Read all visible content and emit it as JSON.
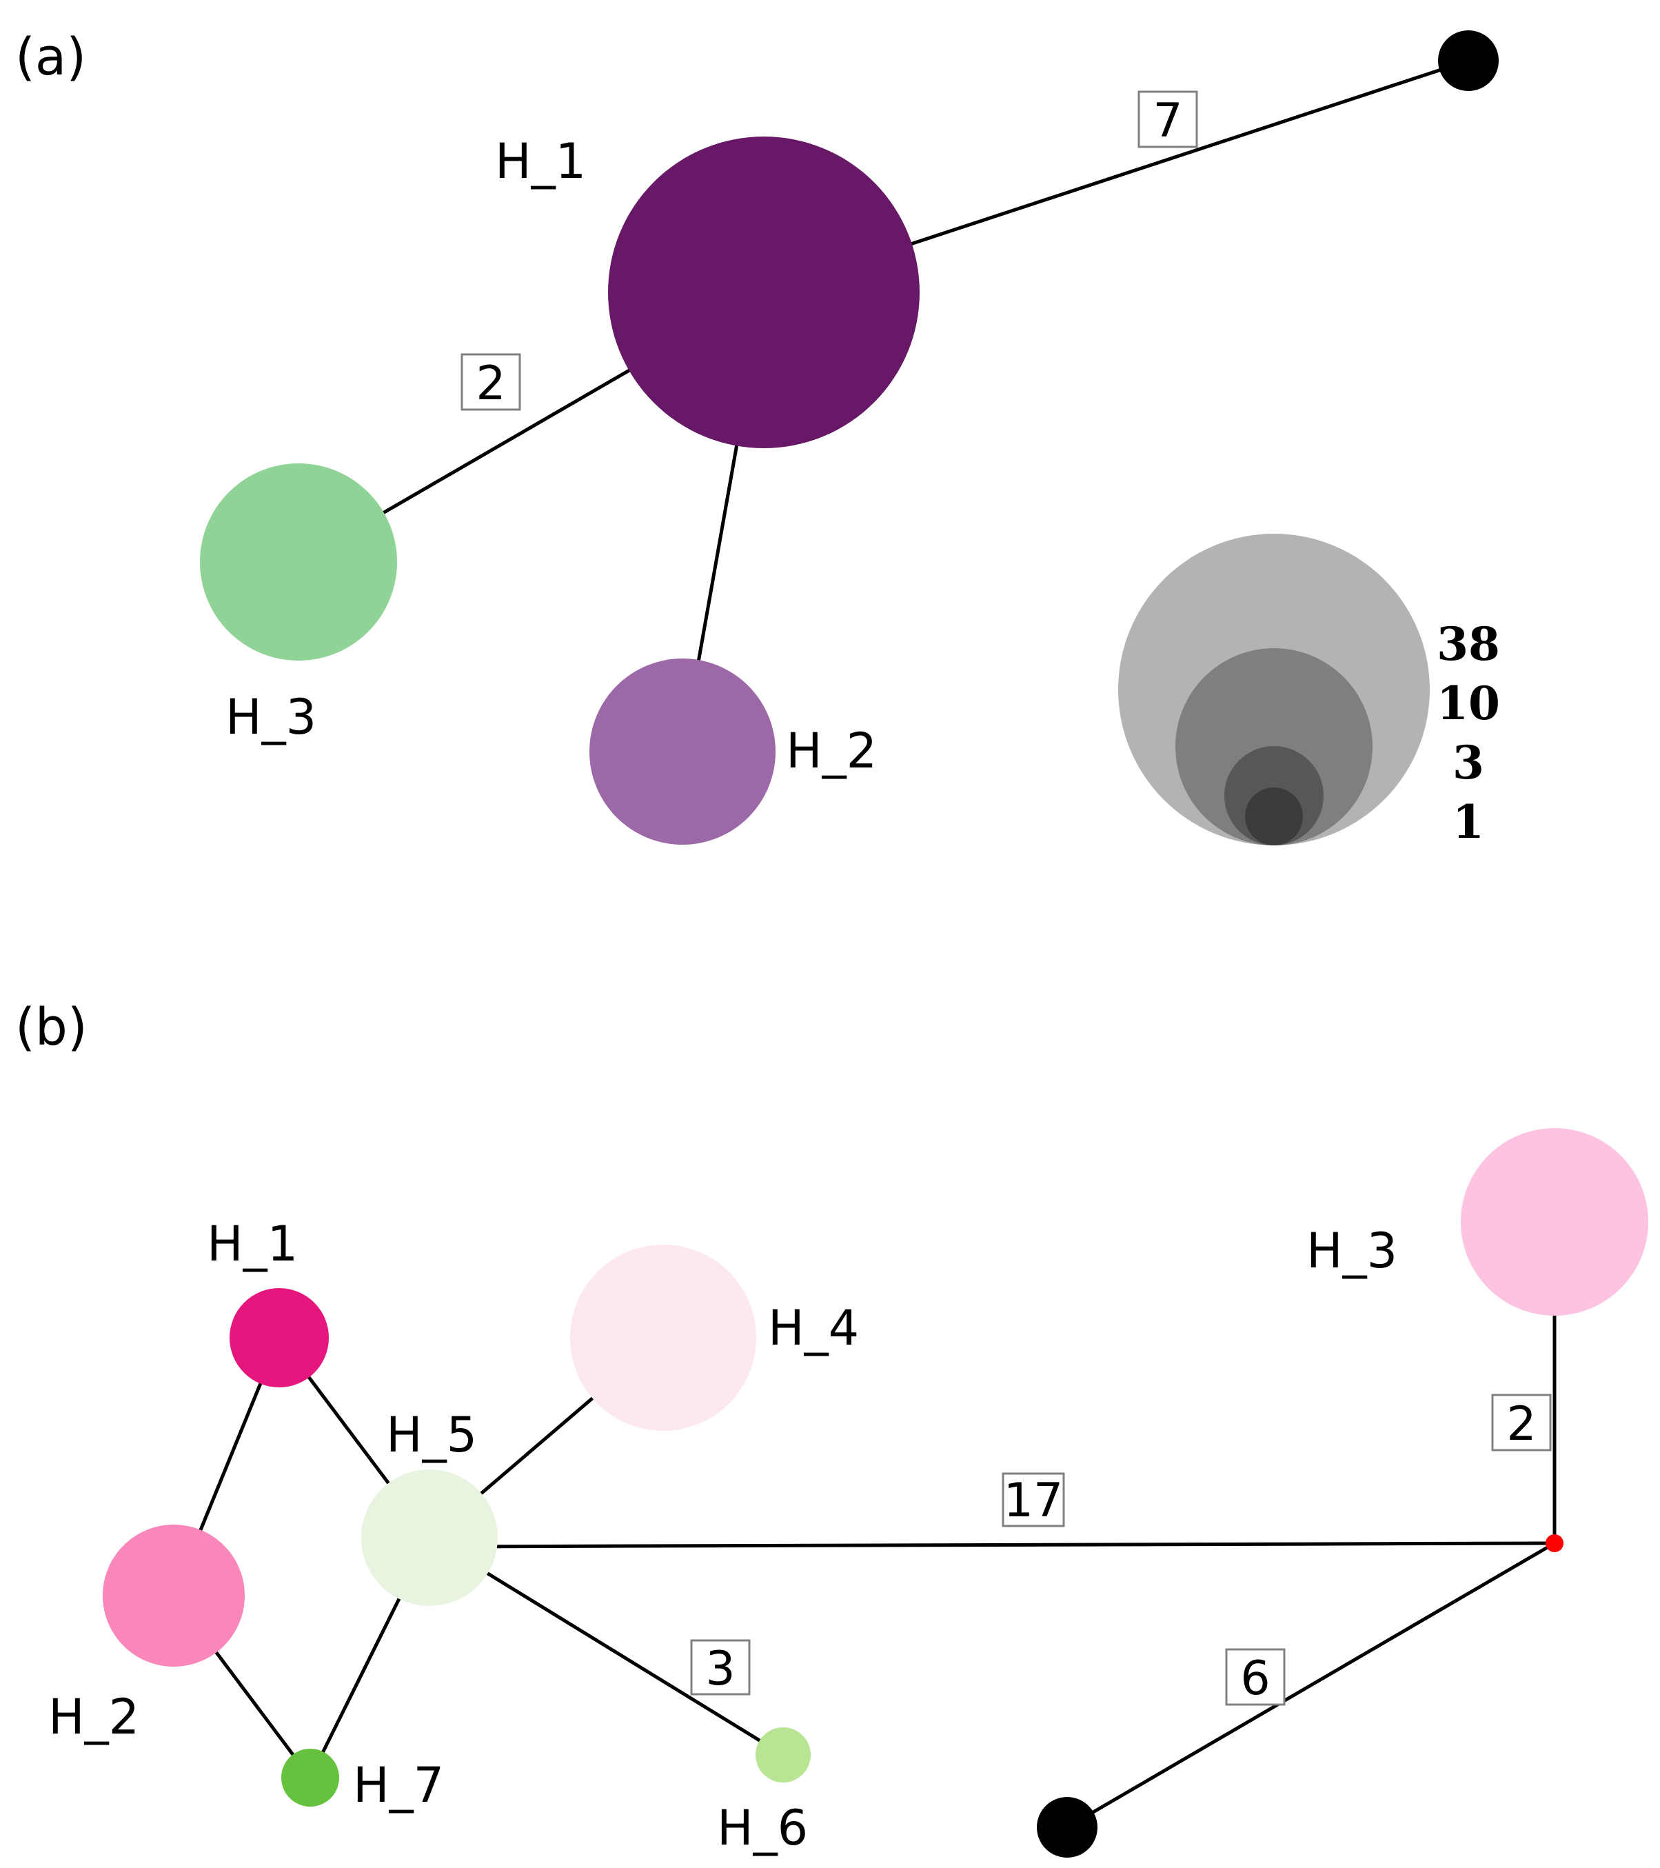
{
  "panels": [
    {
      "label": "(a)",
      "nodes": {
        "h1": {
          "label": "H_1",
          "color": "#671866"
        },
        "h2": {
          "label": "H_2",
          "color": "#9c68a7"
        },
        "h3": {
          "label": "H_3",
          "color": "#8fd396"
        },
        "ext": {
          "label": "",
          "color": "#000000"
        }
      },
      "edges": [
        {
          "from": "h1",
          "to": "ext",
          "weight": "7"
        },
        {
          "from": "h1",
          "to": "h3",
          "weight": "2"
        },
        {
          "from": "h1",
          "to": "h2",
          "weight": ""
        }
      ]
    },
    {
      "label": "(b)",
      "nodes": {
        "h1": {
          "label": "H_1",
          "color": "#e5177f"
        },
        "h2": {
          "label": "H_2",
          "color": "#fa87bb"
        },
        "h3": {
          "label": "H_3",
          "color": "#fdc3e0"
        },
        "h4": {
          "label": "H_4",
          "color": "#fde8f2"
        },
        "h5": {
          "label": "H_5",
          "color": "#e9f4e0"
        },
        "h6": {
          "label": "H_6",
          "color": "#b8e494"
        },
        "h7": {
          "label": "H_7",
          "color": "#66c13f"
        },
        "median": {
          "label": "",
          "color": "#ff0000"
        },
        "ext": {
          "label": "",
          "color": "#000000"
        }
      },
      "edges": [
        {
          "from": "h1",
          "to": "h2",
          "weight": ""
        },
        {
          "from": "h1",
          "to": "h5",
          "weight": ""
        },
        {
          "from": "h2",
          "to": "h7",
          "weight": ""
        },
        {
          "from": "h7",
          "to": "h5",
          "weight": ""
        },
        {
          "from": "h5",
          "to": "h4",
          "weight": ""
        },
        {
          "from": "h5",
          "to": "median",
          "weight": "17"
        },
        {
          "from": "h5",
          "to": "h6",
          "weight": "3"
        },
        {
          "from": "median",
          "to": "h3",
          "weight": "2"
        },
        {
          "from": "median",
          "to": "ext",
          "weight": "6"
        }
      ]
    }
  ],
  "size_legend": {
    "values": [
      "38",
      "10",
      "3",
      "1"
    ],
    "colors": [
      "#b3b3b3",
      "#7f7f7f",
      "#575757",
      "#3c3c3c"
    ]
  }
}
